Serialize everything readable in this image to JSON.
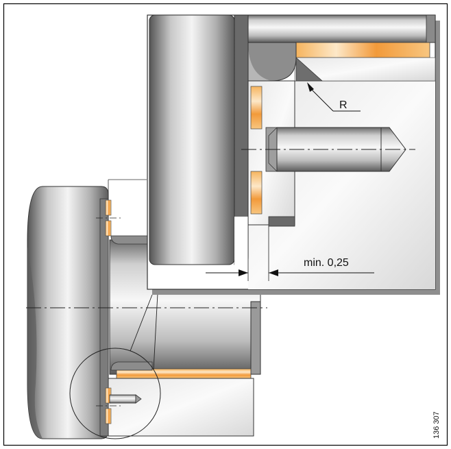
{
  "labels": {
    "radius": "R",
    "clearance": "min. 0,25",
    "figure_number": "136 307"
  },
  "colors": {
    "border": "#000000",
    "frame": "#333333",
    "metal_light": "#f2f2f2",
    "metal_mid": "#b4b4b4",
    "metal_dark": "#555555",
    "orange": "#f2a040",
    "orange_light": "#fbe0b8",
    "shadow": "#8e8e8e"
  }
}
